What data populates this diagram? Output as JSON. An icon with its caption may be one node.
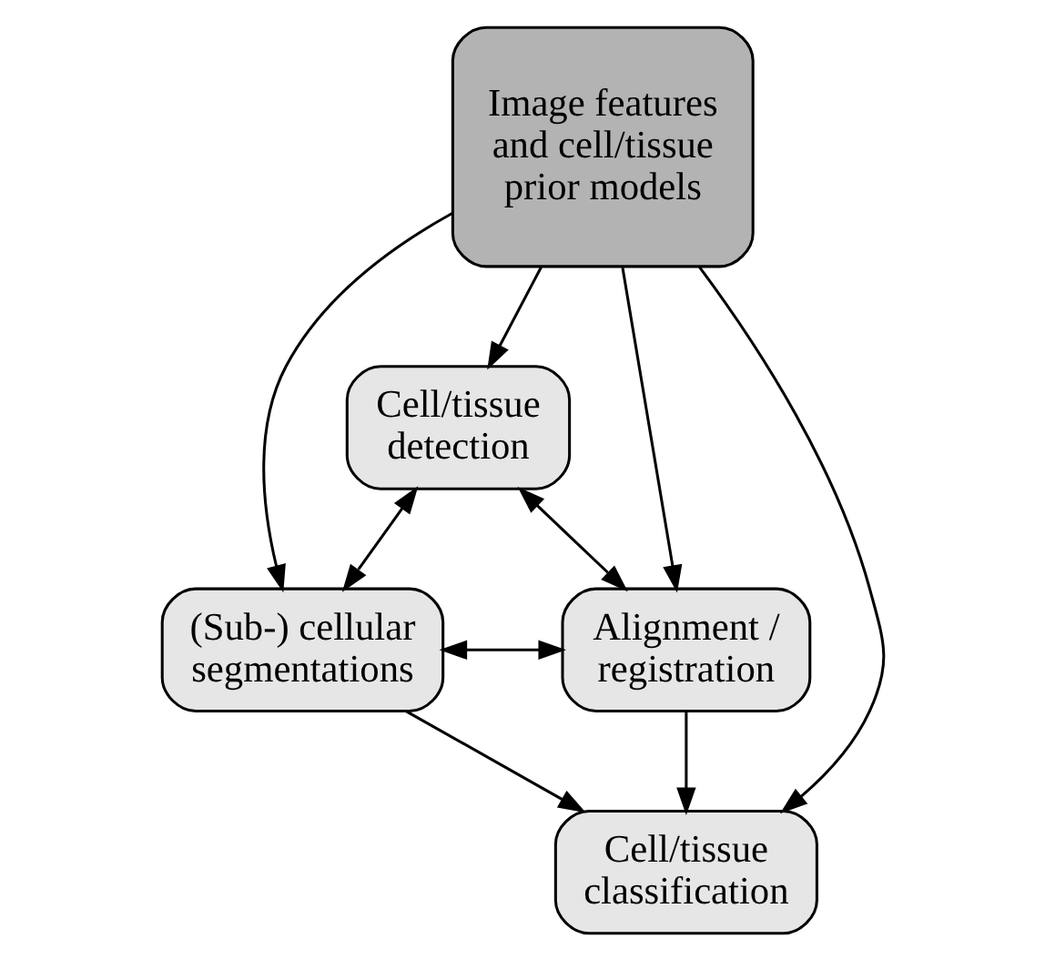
{
  "diagram": {
    "nodes": [
      {
        "text": [
          "Cell/tissue detection"
        ]
      },
      {
        "text": [
          "Image features and cell/tissue prior models"
        ]
      },
      {
        "text": [
          "(Sub-) cellular segmentations"
        ]
      },
      {
        "text": [
          "Alignment / registration"
        ]
      },
      {
        "text": [
          "Cell/tissue classification"
        ]
      }
    ],
    "edges": [
      {
        "from": 1,
        "to": 0,
        "arrow": "to"
      },
      {
        "from": 0,
        "to": 2,
        "arrow": "both"
      },
      {
        "from": 0,
        "to": 3,
        "arrow": "both"
      },
      {
        "from": 1,
        "to": 2,
        "arrow": "to"
      },
      {
        "from": 1,
        "to": 3,
        "arrow": "to"
      },
      {
        "from": 2,
        "to": 3,
        "arrow": "both"
      },
      {
        "from": 1,
        "to": 4,
        "arrow": "to"
      },
      {
        "from": 2,
        "to": 4,
        "arrow": "to"
      },
      {
        "from": 3,
        "to": 4,
        "arrow": "to"
      }
    ]
  }
}
